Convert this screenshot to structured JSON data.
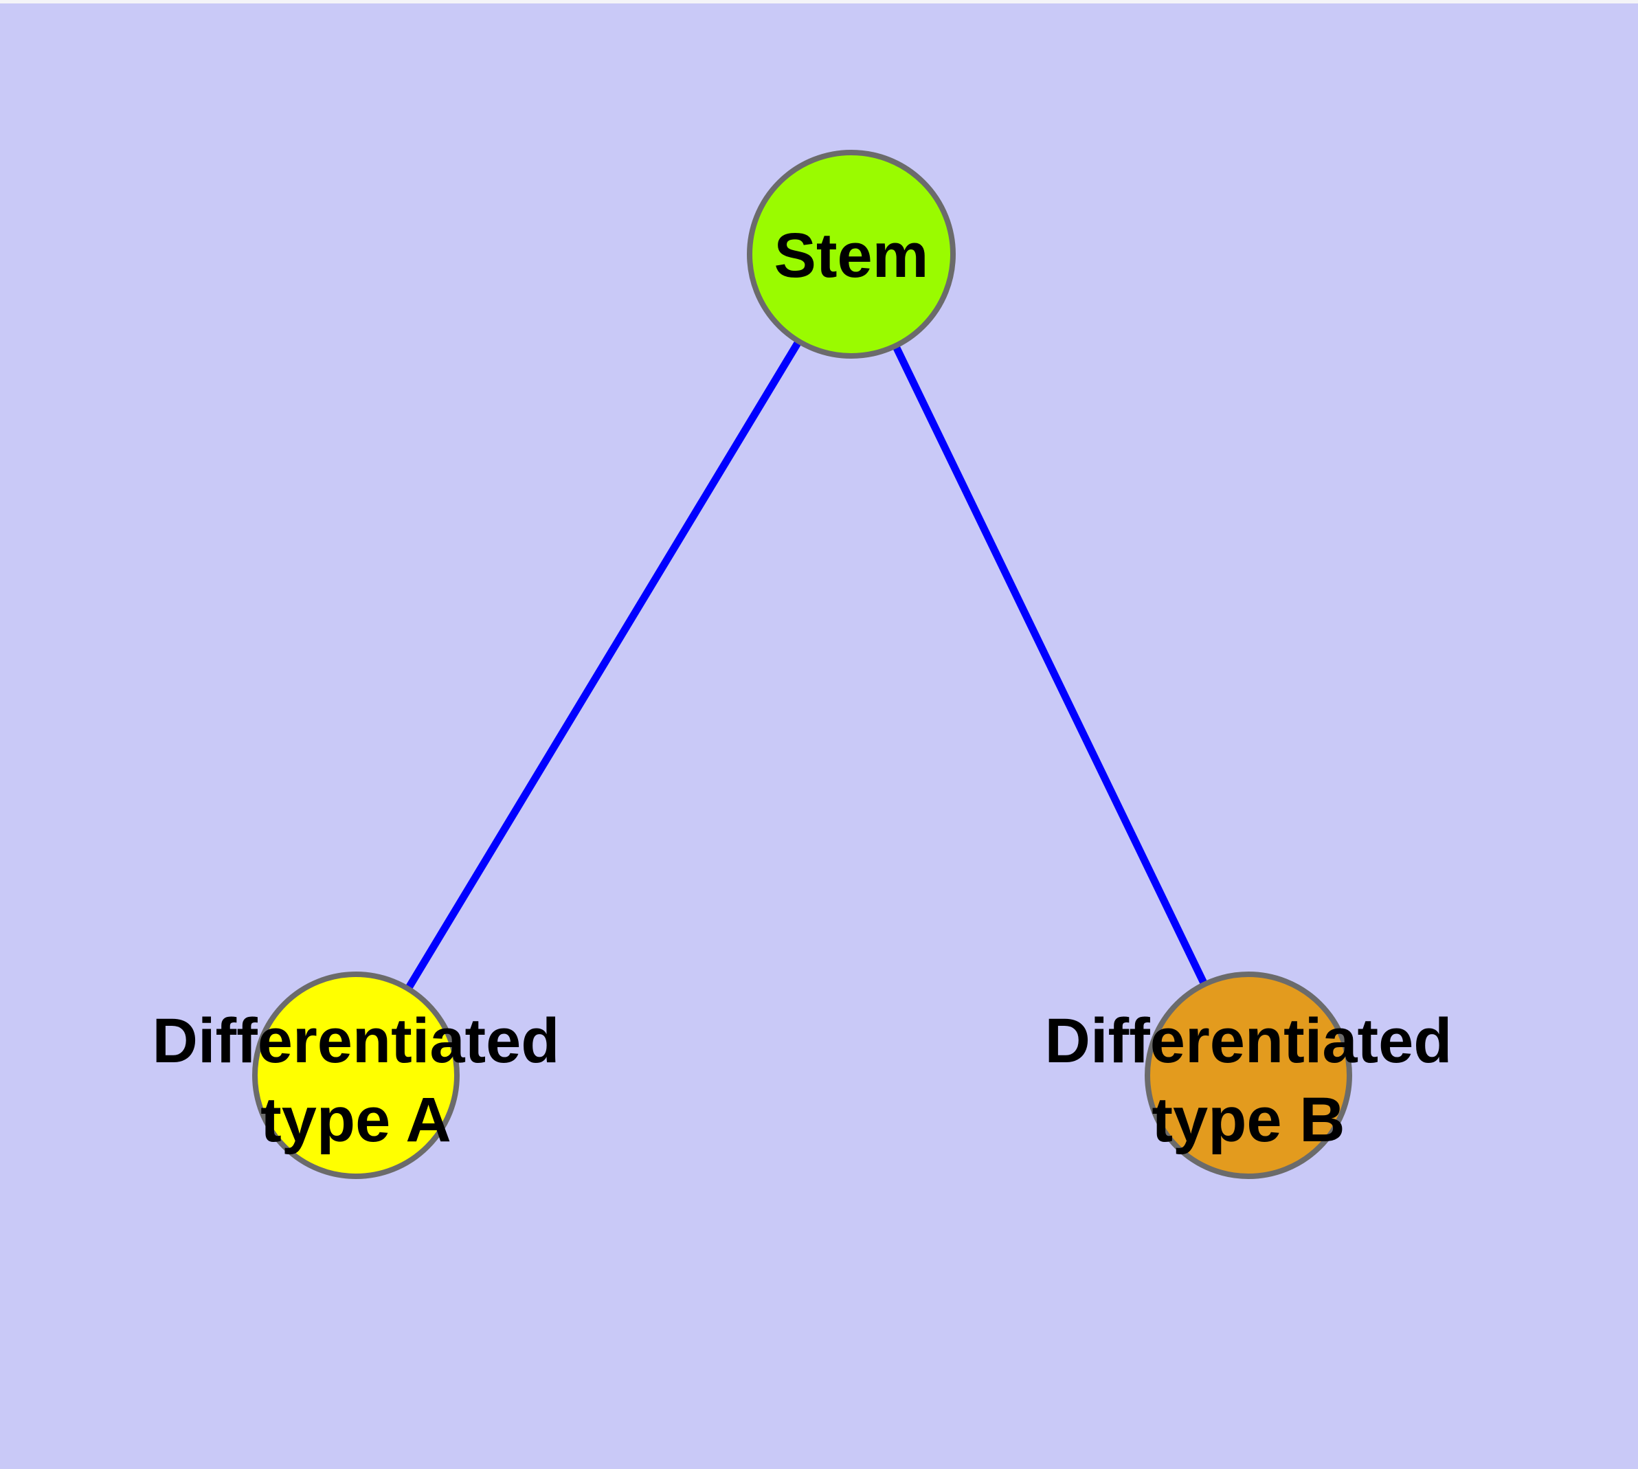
{
  "background": {
    "color": "#C9C9F7",
    "top_strip_color": "#F4F4F8"
  },
  "diagram": {
    "type": "graph",
    "description": "Cell differentiation hierarchy: one stem node with two differentiated child nodes",
    "node_border_color": "#6B6B6B",
    "edge_color": "#0000FF",
    "label_color": "#000000",
    "nodes": [
      {
        "id": "stem",
        "label_lines": [
          "Stem"
        ],
        "color": "#9AFB00"
      },
      {
        "id": "typeA",
        "label_lines": [
          "Differentiated",
          "type A"
        ],
        "color": "#FFFF00"
      },
      {
        "id": "typeB",
        "label_lines": [
          "Differentiated",
          "type B"
        ],
        "color": "#E39B1E"
      }
    ],
    "edges": [
      {
        "from": "stem",
        "to": "typeA"
      },
      {
        "from": "stem",
        "to": "typeB"
      }
    ]
  }
}
